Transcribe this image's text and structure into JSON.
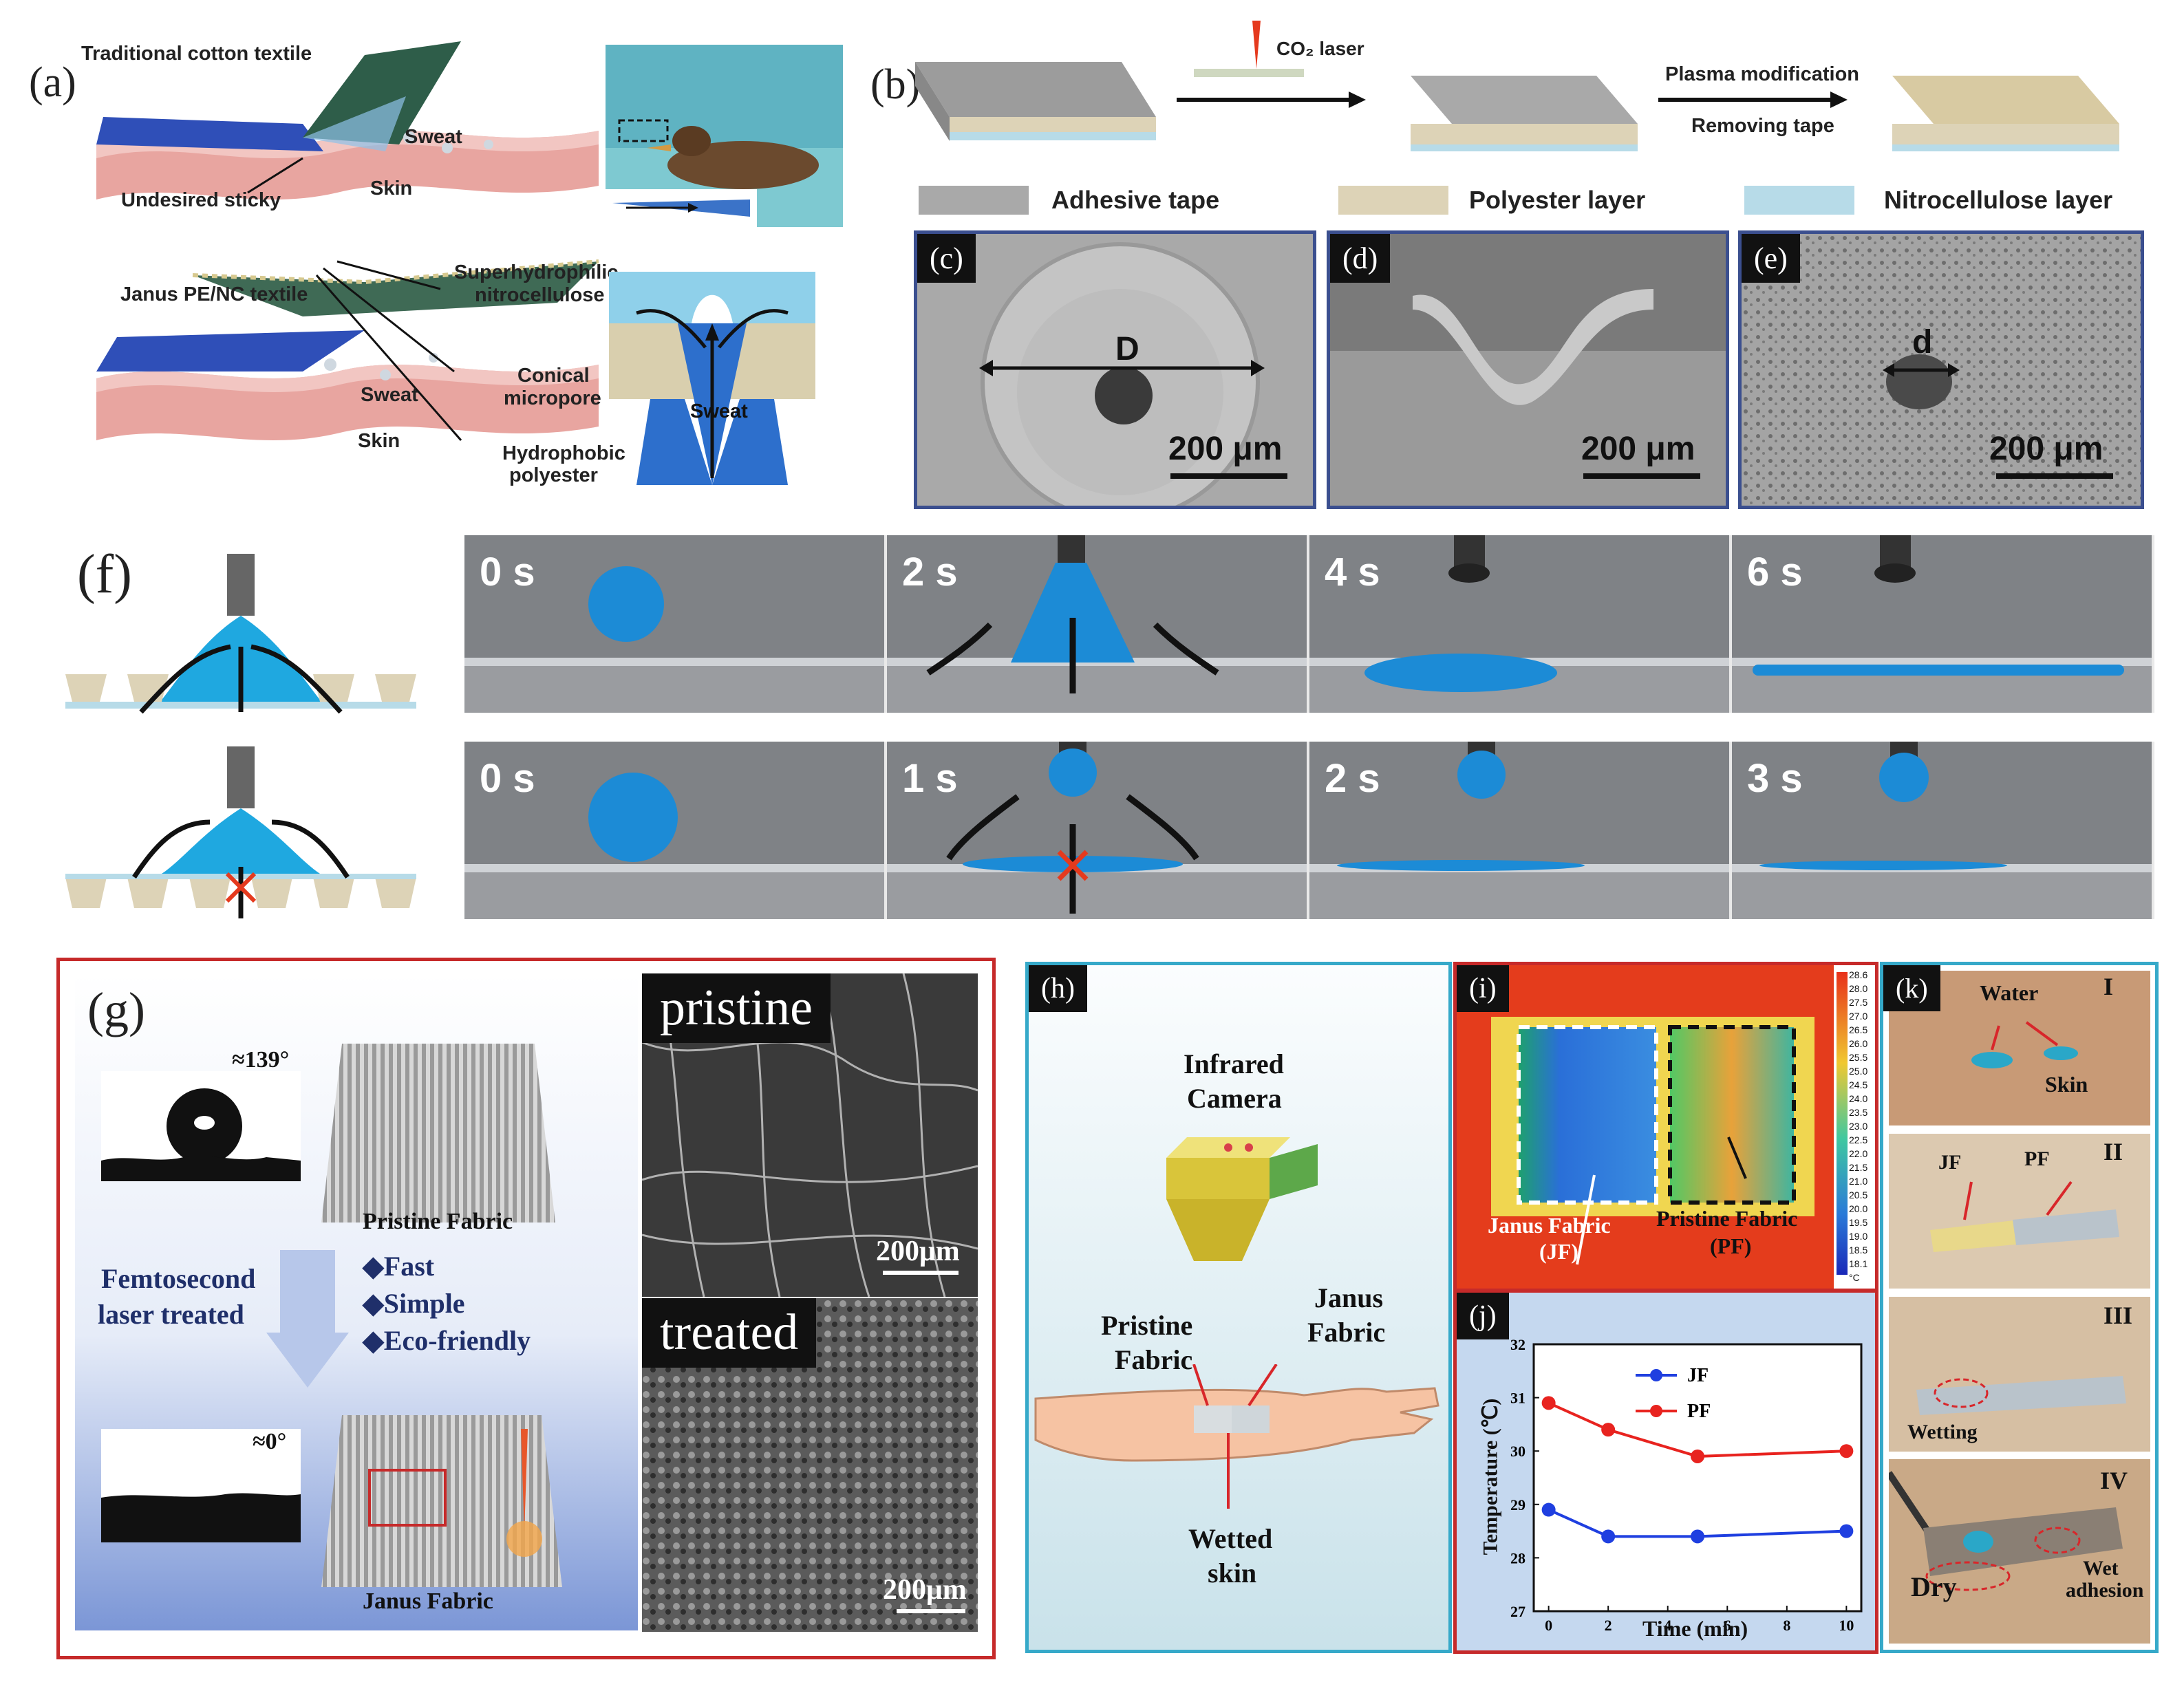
{
  "panel_a": {
    "label": "(a)",
    "top_title": "Traditional cotton textile",
    "sweat": "Sweat",
    "skin": "Skin",
    "undesired": "Undesired sticky",
    "bottom_title": "Janus PE/NC textile",
    "superhydrophilic": "Superhydrophilic",
    "nitrocellulose": "nitrocellulose",
    "conical": "Conical",
    "micropore": "micropore",
    "hydrophobic": "Hydrophobic",
    "polyester": "polyester",
    "sweat2": "Sweat",
    "skin2": "Skin",
    "sweat_pore": "Sweat"
  },
  "panel_b": {
    "label": "(b)",
    "co2_laser": "CO₂ laser",
    "plasma": "Plasma modification",
    "removing": "Removing tape",
    "legend": [
      "Adhesive tape",
      "Polyester layer",
      "Nitrocellulose layer"
    ],
    "legend_colors": [
      "#a9a9a9",
      "#ddd3b7",
      "#b7dbe8"
    ]
  },
  "panel_c": {
    "label": "(c)",
    "dim": "D",
    "scale": "200 μm"
  },
  "panel_d": {
    "label": "(d)",
    "scale": "200 μm"
  },
  "panel_e": {
    "label": "(e)",
    "dim": "d",
    "scale": "200 μm"
  },
  "panel_f": {
    "label": "(f)",
    "row1_times": [
      "0 s",
      "2 s",
      "4 s",
      "6 s"
    ],
    "row2_times": [
      "0 s",
      "1 s",
      "2 s",
      "3 s"
    ]
  },
  "panel_g": {
    "label": "(g)",
    "angle1": "≈139°",
    "pristine_fabric": "Pristine Fabric",
    "femto1": "Femtosecond",
    "femto2": "laser treated",
    "features": [
      "◆Fast",
      "◆Simple",
      "◆Eco-friendly"
    ],
    "angle2": "≈0°",
    "janus_fabric": "Janus Fabric",
    "pristine": "pristine",
    "treated": "treated",
    "scale1": "200μm",
    "scale2": "200μm"
  },
  "panel_h": {
    "label": "(h)",
    "camera1": "Infrared",
    "camera2": "Camera",
    "pf1": "Pristine",
    "pf2": "Fabric",
    "jf1": "Janus",
    "jf2": "Fabric",
    "ws1": "Wetted",
    "ws2": "skin"
  },
  "panel_i": {
    "label": "(i)",
    "jf1": "Janus Fabric",
    "jf2": "(JF)",
    "pf1": "Pristine Fabric",
    "pf2": "(PF)",
    "colorbar_ticks": [
      "28.6",
      "28.0",
      "27.5",
      "27.0",
      "26.5",
      "26.0",
      "25.5",
      "25.0",
      "24.5",
      "24.0",
      "23.5",
      "23.0",
      "22.5",
      "22.0",
      "21.5",
      "21.0",
      "20.5",
      "20.0",
      "19.5",
      "19.0",
      "18.5",
      "18.1",
      "°C"
    ]
  },
  "panel_k": {
    "label": "(k)",
    "I": "I",
    "II": "II",
    "III": "III",
    "IV": "IV",
    "water": "Water",
    "skin": "Skin",
    "jf": "JF",
    "pf": "PF",
    "wetting": "Wetting",
    "dry": "Dry",
    "wet1": "Wet",
    "wet2": "adhesion"
  },
  "chart_data": {
    "type": "line",
    "title": "",
    "label": "(j)",
    "xlabel": "Time (min)",
    "ylabel": "Temperature (℃)",
    "xlim": [
      -0.5,
      10.5
    ],
    "ylim": [
      27,
      32
    ],
    "xticks": [
      0,
      2,
      4,
      6,
      8,
      10
    ],
    "yticks": [
      27,
      28,
      29,
      30,
      31,
      32
    ],
    "series": [
      {
        "name": "JF",
        "color": "#1f3fe0",
        "x": [
          0,
          2,
          5,
          10
        ],
        "y": [
          28.9,
          28.4,
          28.4,
          28.5
        ]
      },
      {
        "name": "PF",
        "color": "#e8231f",
        "x": [
          0,
          2,
          5,
          10
        ],
        "y": [
          30.9,
          30.4,
          29.9,
          30.0
        ]
      }
    ],
    "legend": "top-left"
  }
}
